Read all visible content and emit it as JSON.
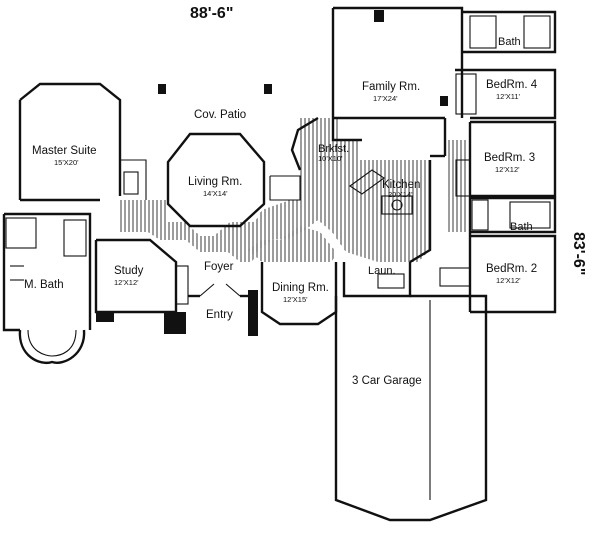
{
  "plan": {
    "width_label": "88'-6\"",
    "depth_label": "83'-6\"",
    "rooms": {
      "master_suite": {
        "name": "Master Suite",
        "size": "15'X20'"
      },
      "cov_patio": {
        "name": "Cov. Patio"
      },
      "living": {
        "name": "Living Rm.",
        "size": "14'X14'"
      },
      "family": {
        "name": "Family Rm.",
        "size": "17'X24'"
      },
      "brkfst": {
        "name": "Brkfst.",
        "size": "10'X10'"
      },
      "kitchen": {
        "name": "Kitchen",
        "size": "20'X14'"
      },
      "bath_top": {
        "name": "Bath"
      },
      "bed4": {
        "name": "BedRm. 4",
        "size": "12'X11'"
      },
      "bed3": {
        "name": "BedRm. 3",
        "size": "12'X12'"
      },
      "bath_mid": {
        "name": "Bath"
      },
      "bed2": {
        "name": "BedRm. 2",
        "size": "12'X12'"
      },
      "mbath": {
        "name": "M. Bath"
      },
      "study": {
        "name": "Study",
        "size": "12'X12'"
      },
      "foyer": {
        "name": "Foyer"
      },
      "entry": {
        "name": "Entry"
      },
      "dining": {
        "name": "Dining Rm.",
        "size": "12'X15'"
      },
      "laun": {
        "name": "Laun."
      },
      "garage": {
        "name": "3 Car Garage"
      }
    }
  }
}
